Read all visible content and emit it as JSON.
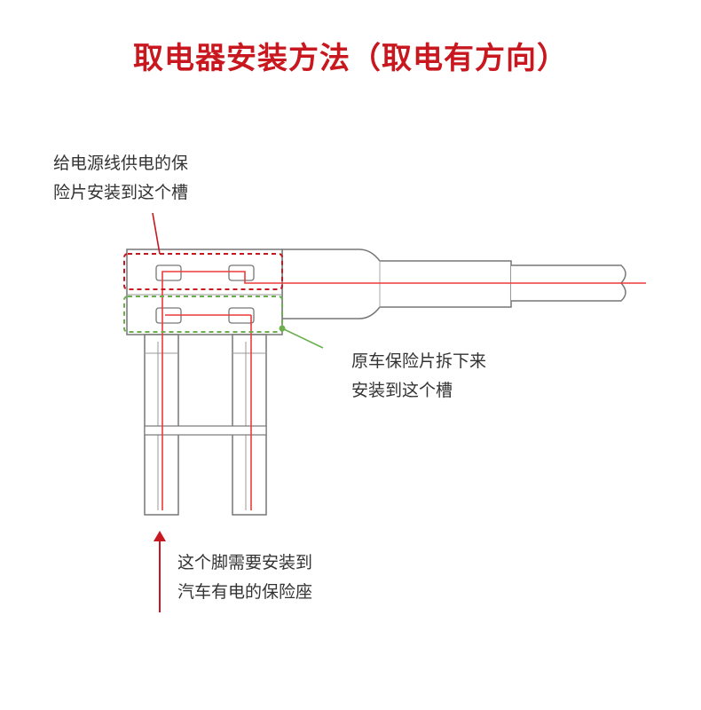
{
  "title": "取电器安装方法（取电有方向）",
  "labels": {
    "top": {
      "line1": "给电源线供电的保",
      "line2": "险片安装到这个槽"
    },
    "middle": {
      "line1": "原车保险片拆下来",
      "line2": "安装到这个槽"
    },
    "bottom": {
      "line1": "这个脚需要安装到",
      "line2": "汽车有电的保险座"
    }
  },
  "colors": {
    "accent_red": "#c8171e",
    "wire_red": "#ee3a3a",
    "outline_gray": "#777777",
    "guide_green": "#6ab04c"
  }
}
